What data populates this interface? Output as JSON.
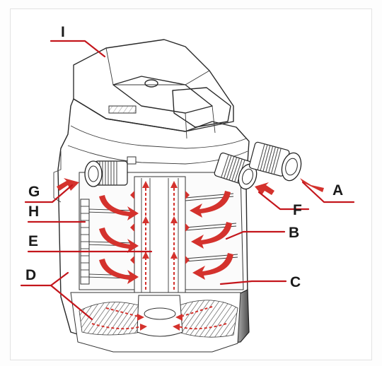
{
  "labels": {
    "I": "I",
    "A": "A",
    "B": "B",
    "C": "C",
    "D": "D",
    "E": "E",
    "F": "F",
    "G": "G",
    "H": "H"
  },
  "colors": {
    "flow_arrows": "#d4322d",
    "leader_lines": "#c4161c",
    "outline": "#2a2a2a",
    "housing_base": "#777777"
  }
}
